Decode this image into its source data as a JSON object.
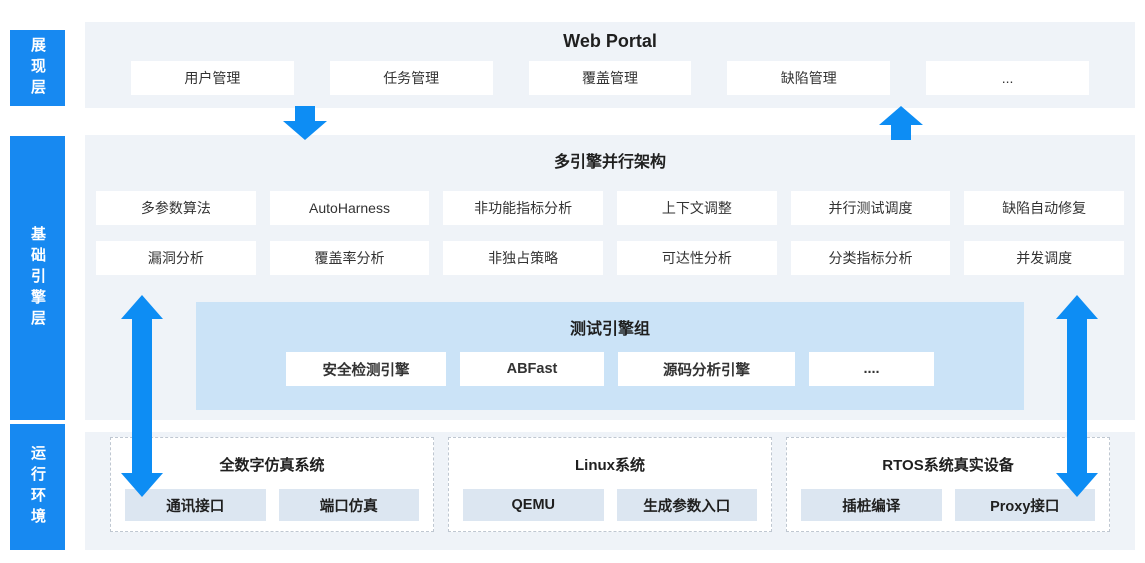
{
  "layers": [
    {
      "label": "展现层"
    },
    {
      "label": "基础引擎层"
    },
    {
      "label": "运行环境"
    }
  ],
  "portal": {
    "title": "Web Portal",
    "items": [
      "用户管理",
      "任务管理",
      "覆盖管理",
      "缺陷管理",
      "..."
    ]
  },
  "architecture": {
    "title": "多引擎并行架构",
    "row1": [
      "多参数算法",
      "AutoHarness",
      "非功能指标分析",
      "上下文调整",
      "并行测试调度",
      "缺陷自动修复"
    ],
    "row2": [
      "漏洞分析",
      "覆盖率分析",
      "非独占策略",
      "可达性分析",
      "分类指标分析",
      "并发调度"
    ]
  },
  "engine_group": {
    "title": "测试引擎组",
    "items": [
      "安全检测引擎",
      "ABFast",
      "源码分析引擎",
      "...."
    ]
  },
  "runtime": {
    "groups": [
      {
        "title": "全数字仿真系统",
        "items": [
          "通讯接口",
          "端口仿真"
        ]
      },
      {
        "title": "Linux系统",
        "items": [
          "QEMU",
          "生成参数入口"
        ]
      },
      {
        "title": "RTOS系统真实设备",
        "items": [
          "插桩编译",
          "Proxy接口"
        ]
      }
    ]
  },
  "colors": {
    "accent_blue": "#1789F1",
    "arrow_blue": "#0D8DF4",
    "panel_bg": "#EFF3F8",
    "engine_group_bg": "#CBE3F7",
    "runtime_item_bg": "#DCE6F1"
  }
}
